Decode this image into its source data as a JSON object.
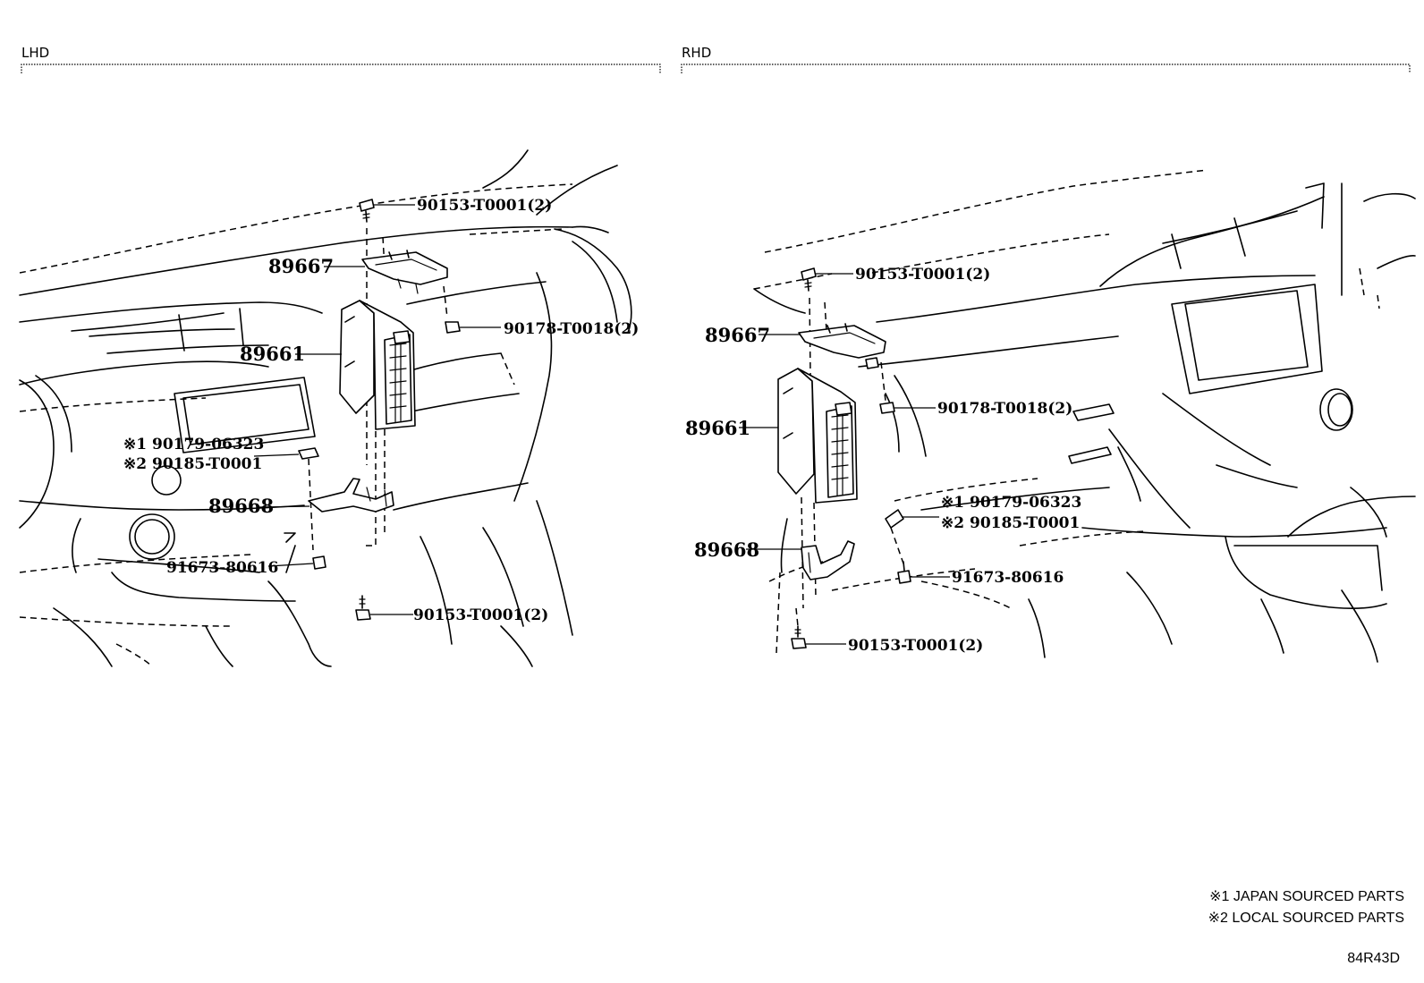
{
  "sections": {
    "lhd": {
      "title": "LHD"
    },
    "rhd": {
      "title": "RHD"
    }
  },
  "parts": {
    "lhd": {
      "bolt_top": "90153-T0001(2)",
      "bracket_upper": "89667",
      "nut": "90178-T0018(2)",
      "ecu": "89661",
      "clip_note1": "※1 90179-06323",
      "clip_note2": "※2 90185-T0001",
      "bracket_lower": "89668",
      "bolt_side": "91673-80616",
      "bolt_bottom": "90153-T0001(2)"
    },
    "rhd": {
      "bolt_top": "90153-T0001(2)",
      "bracket_upper": "89667",
      "nut": "90178-T0018(2)",
      "ecu": "89661",
      "clip_note1": "※1 90179-06323",
      "clip_note2": "※2 90185-T0001",
      "bracket_lower": "89668",
      "bolt_side": "91673-80616",
      "bolt_bottom": "90153-T0001(2)"
    }
  },
  "legend": {
    "note1": "※1 JAPAN SOURCED PARTS",
    "note2": "※2 LOCAL SOURCED PARTS"
  },
  "diagram_code": "84R43D"
}
